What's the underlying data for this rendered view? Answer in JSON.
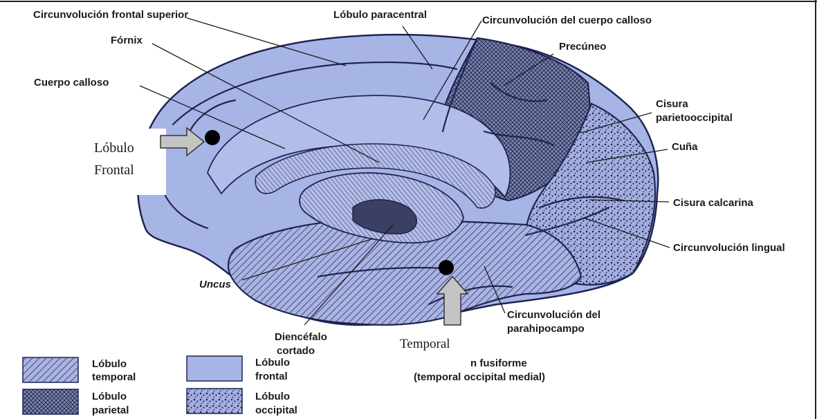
{
  "labels": {
    "frontal_superior": "Circunvolución frontal superior",
    "paracentral": "Lóbulo paracentral",
    "cingulate": "Circunvolución del cuerpo calloso",
    "fornix": "Fórnix",
    "precuneus": "Precúneo",
    "corpus_callosum": "Cuerpo calloso",
    "parieto_occipital_1": "Cisura",
    "parieto_occipital_2": "parietooccipital",
    "cuneus": "Cuña",
    "calcarine": "Cisura calcarina",
    "lingual": "Circunvolución lingual",
    "uncus": "Uncus",
    "diencephalon_1": "Diencéfalo",
    "diencephalon_2": "cortado",
    "parahippocampal_1": "Circunvolución del",
    "parahippocampal_2": "parahipocampo",
    "fusiform_1": "n fusiforme",
    "fusiform_2": "(temporal occipital medial)"
  },
  "annotations": {
    "frontal_1": "Lóbulo",
    "frontal_2": "Frontal",
    "temporal": "Temporal"
  },
  "legend": {
    "temporal_1": "Lóbulo",
    "temporal_2": "temporal",
    "frontal_1": "Lóbulo",
    "frontal_2": "frontal",
    "parietal_1": "Lóbulo",
    "parietal_2": "parietal",
    "occipital_1": "Lóbulo",
    "occipital_2": "occipital"
  },
  "colors": {
    "frontal": "#a7b4e6",
    "temporal": "#99a6d8",
    "parietal": "#6e789e",
    "occipital": "#8f9bd2",
    "outline": "#1f2350",
    "arrow": "#c4c4c4"
  }
}
